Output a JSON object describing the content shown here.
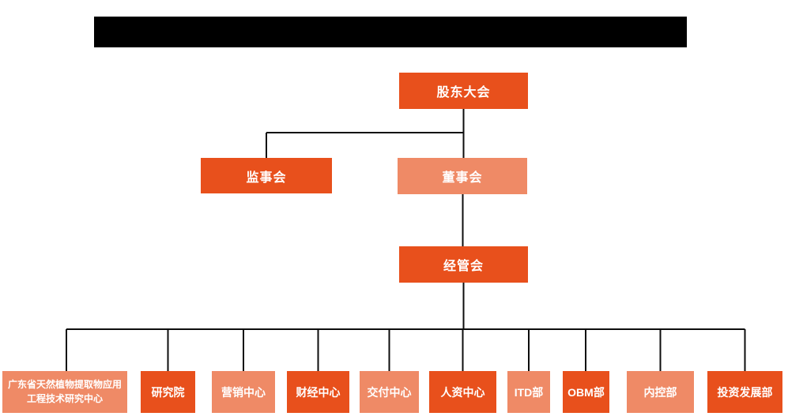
{
  "title_bar": {
    "redacted": true,
    "color": "#000000"
  },
  "colors": {
    "primary": "#E8501C",
    "secondary": "#EF8A66",
    "line": "#0d0d0d",
    "text": "#ffffff",
    "background": "#ffffff"
  },
  "org_chart": {
    "type": "organization-chart",
    "level1": [
      {
        "id": "shareholders-meeting",
        "label": "股东大会",
        "tone": "primary"
      }
    ],
    "level2": [
      {
        "id": "supervisory-board",
        "label": "监事会",
        "tone": "primary"
      },
      {
        "id": "board-of-directors",
        "label": "董事会",
        "tone": "secondary"
      }
    ],
    "level3": [
      {
        "id": "management-committee",
        "label": "经管会",
        "tone": "primary"
      }
    ],
    "level4": [
      {
        "id": "gd-natural-plant-extract-research-center",
        "label": "广东省天然植物提取物应用工程技术研究中心",
        "tone": "secondary"
      },
      {
        "id": "research-institute",
        "label": "研究院",
        "tone": "primary"
      },
      {
        "id": "marketing-center",
        "label": "营销中心",
        "tone": "secondary"
      },
      {
        "id": "finance-center",
        "label": "财经中心",
        "tone": "primary"
      },
      {
        "id": "delivery-center",
        "label": "交付中心",
        "tone": "secondary"
      },
      {
        "id": "hr-center",
        "label": "人资中心",
        "tone": "primary"
      },
      {
        "id": "itd-dept",
        "label": "ITD部",
        "tone": "secondary"
      },
      {
        "id": "obm-dept",
        "label": "OBM部",
        "tone": "primary"
      },
      {
        "id": "internal-control-dept",
        "label": "内控部",
        "tone": "secondary"
      },
      {
        "id": "investment-development-dept",
        "label": "投资发展部",
        "tone": "primary"
      }
    ]
  }
}
